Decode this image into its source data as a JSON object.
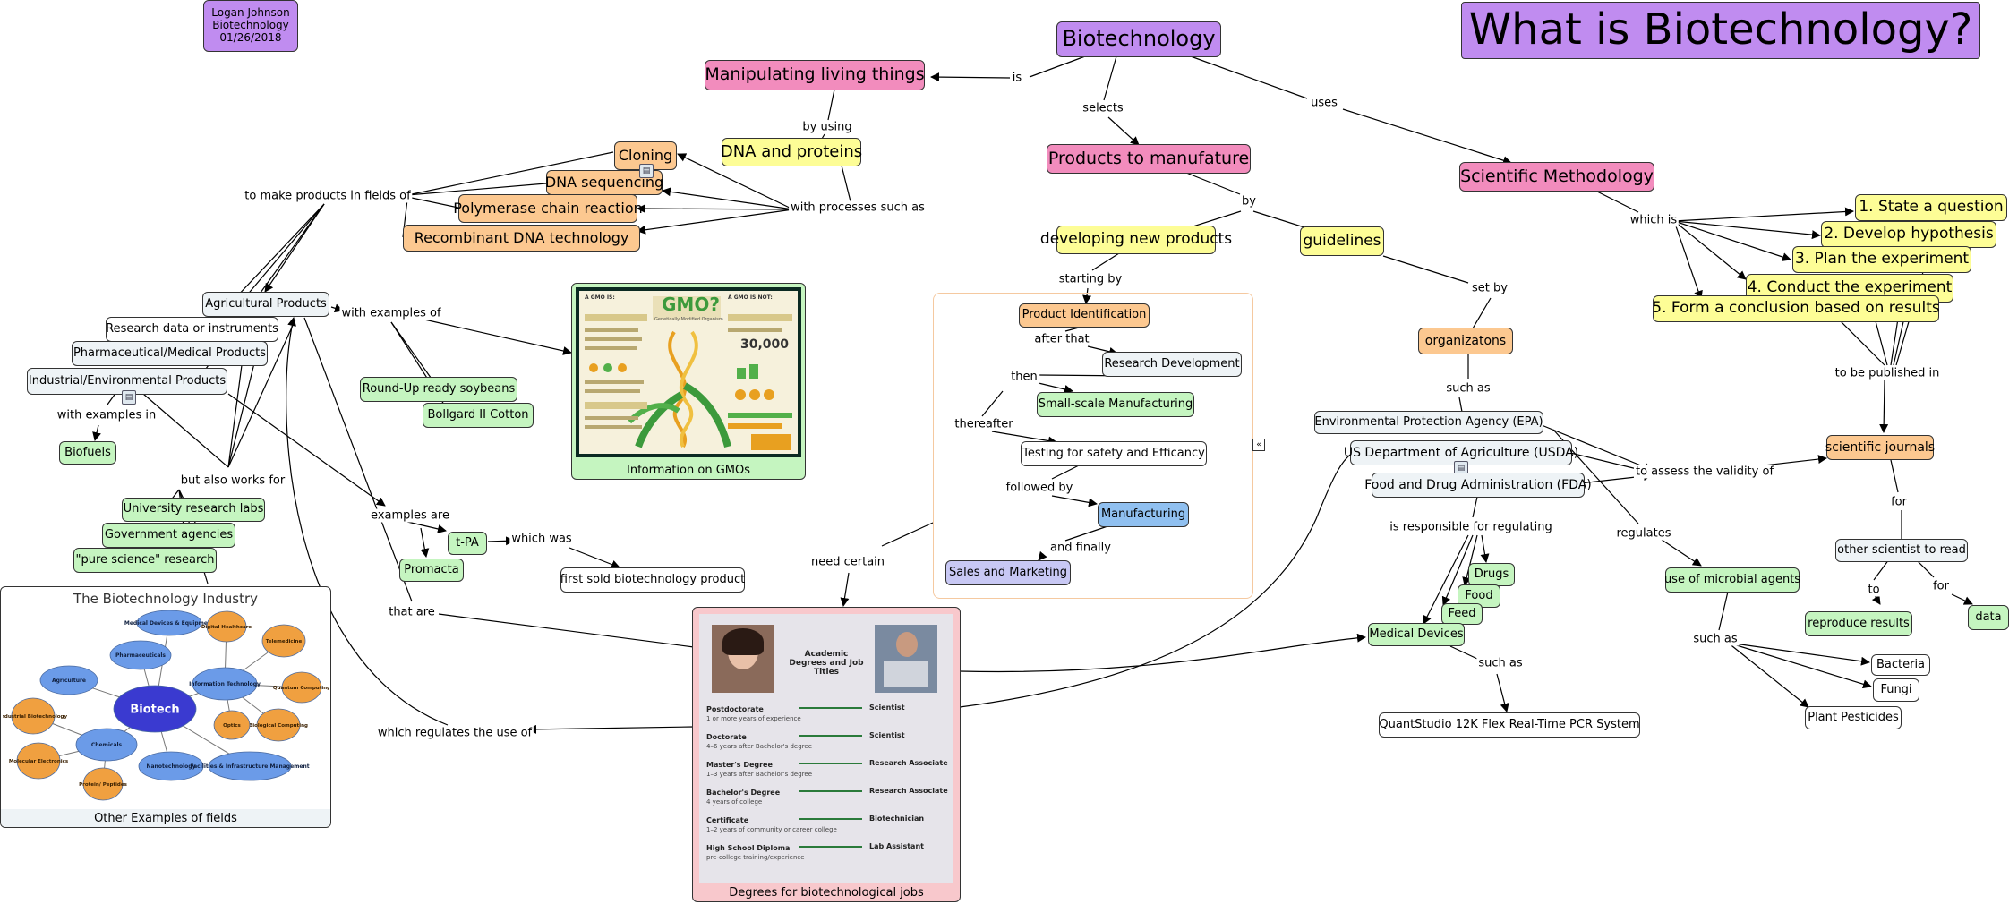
{
  "author_box": {
    "line1": "Logan Johnson",
    "line2": "Biotechnology",
    "line3": "01/26/2018"
  },
  "main_title": "What is Biotechnology?",
  "nodes": {
    "biotechnology": "Biotechnology",
    "manipulating": "Manipulating living things",
    "dna_proteins": "DNA and proteins",
    "cloning": "Cloning",
    "dna_sequencing": "DNA sequencing",
    "pcr": "Polymerase chain reaction",
    "recombinant": "Recombinant DNA technology",
    "products": "Products to manufature",
    "developing": "developing new products",
    "guidelines": "guidelines",
    "scientific_method": "Scientific Methodology",
    "step1": "1. State a question",
    "step2": "2. Develop hypothesis",
    "step3": "3. Plan the experiment",
    "step4": "4. Conduct the experiment",
    "step5": "5. Form a conclusion based on results",
    "scientific_journals": "scientific journals",
    "other_scientist": "other scientist to read",
    "reproduce": "reproduce results",
    "data": "data",
    "organizations": "organizatons",
    "epa": "Environmental Protection Agency (EPA)",
    "usda": "US Department of Agriculture (USDA)",
    "fda": "Food and Drug Administration (FDA)",
    "drugs": "Drugs",
    "food": "Food",
    "feed": "Feed",
    "medical_devices": "Medical Devices",
    "quantstudio": "QuantStudio 12K Flex Real-Time PCR System",
    "microbial": "use of microbial agents",
    "bacteria": "Bacteria",
    "fungi": "Fungi",
    "plant_pesticides": "Plant Pesticides",
    "product_id": "Product Identification",
    "research_dev": "Research Development",
    "small_scale": "Small-scale Manufacturing",
    "testing": "Testing for safety and Efficancy",
    "manufacturing": "Manufacturing",
    "sales": "Sales and Marketing",
    "agricultural": "Agricultural Products",
    "research_data": "Research data or instruments",
    "pharma": "Pharmaceutical/Medical Products",
    "industrial": "Industrial/Environmental Products",
    "biofuels": "Biofuels",
    "roundup": "Round-Up ready soybeans",
    "bollgard": "Bollgard II Cotton",
    "university": "University research labs",
    "government": "Government agencies",
    "pure_science": "\"pure science\" research",
    "tpa": "t-PA",
    "promacta": "Promacta",
    "first_sold": "first sold biotechnology product"
  },
  "labels": {
    "is": "is",
    "by_using": "by using",
    "selects": "selects",
    "uses": "uses",
    "to_make": "to make products in fields of",
    "with_processes": "with processes such as",
    "by": "by",
    "starting_by": "starting by",
    "after_that": "after that",
    "then": "then",
    "thereafter": "thereafter",
    "followed_by": "followed by",
    "and_finally": "and finally",
    "set_by": "set by",
    "such_as_org": "such as",
    "which_is": "which is",
    "to_be_published": "to be published in",
    "to_assess": "to assess the validity of",
    "for_journals": "for",
    "to_reproduce": "to",
    "for_data": "for",
    "responsible": "is responsible for regulating",
    "regulates": "regulates",
    "such_as_microbial": "such as",
    "such_as_med": "such as",
    "need_certain": "need certain",
    "with_examples_of": "with examples of",
    "with_examples_in": "with examples in",
    "but_also": "but also works for",
    "examples_are": "examples are",
    "which_was": "which was",
    "that_are": "that are",
    "which_regulates": "which regulates the use of"
  },
  "images": {
    "gmo_caption": "Information on GMOs",
    "gmo_title": "GMO?",
    "gmo_subtitle": "Genetically Modified Organism",
    "gmo_is": "A GMO IS:",
    "gmo_is_not": "A GMO IS NOT:",
    "gmo_number": "30,000",
    "industry_title": "The Biotechnology Industry",
    "industry_caption": "Other Examples of fields",
    "degrees_caption": "Degrees for biotechnological jobs",
    "degrees_heading": "Academic Degrees and Job Titles"
  },
  "industry_bubbles": {
    "center": "Biotech",
    "blue": [
      "Medical Devices & Equipment",
      "Pharmaceuticals",
      "Agriculture",
      "Information Technology",
      "Chemicals",
      "Nanotechnology",
      "Facilities & Infrastructure Management"
    ],
    "orange": [
      "Digital Healthcare",
      "Telemedicine",
      "Quantum Computing",
      "Biological Computing",
      "Optics",
      "Industrial Biotechnology",
      "Molecular Electronics",
      "Protein/ Peptides"
    ]
  },
  "degrees": [
    {
      "degree": "Postdoctorate",
      "detail": "1 or more years of experience",
      "title": "Scientist"
    },
    {
      "degree": "Doctorate",
      "detail": "4–6 years after Bachelor's degree",
      "title": "Scientist"
    },
    {
      "degree": "Master's Degree",
      "detail": "1–3 years after Bachelor's degree",
      "title": "Research Associate"
    },
    {
      "degree": "Bachelor's Degree",
      "detail": "4 years of college",
      "title": "Research Associate"
    },
    {
      "degree": "Certificate",
      "detail": "1–2 years of community or career college",
      "title": "Biotechnician"
    },
    {
      "degree": "High School Diploma",
      "detail": "pre-college training/experience",
      "title": "Lab Assistant"
    }
  ],
  "colors": {
    "pink": "#f28cbd",
    "purple": "#c08cf0",
    "yellow": "#fdfd96",
    "orange": "#fcc890",
    "green": "#c5f5c0",
    "light": "#eef3f6",
    "blue": "#90c0f0",
    "lavender": "#c8c8f4"
  }
}
